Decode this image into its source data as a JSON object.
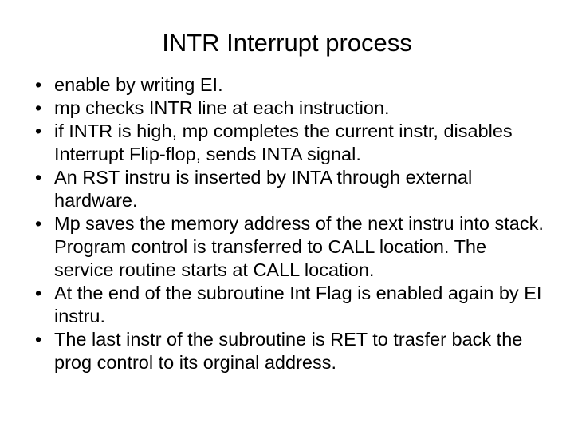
{
  "slide": {
    "title": "INTR Interrupt process",
    "background_color": "#ffffff",
    "text_color": "#000000",
    "bullet_glyph": "•",
    "bullets": [
      {
        "text": "enable by writing EI."
      },
      {
        "text": "mp checks INTR line at each instruction."
      },
      {
        "text": "if INTR is high, mp completes the current instr, disables Interrupt Flip-flop, sends INTA signal."
      },
      {
        "text": "An RST instru is inserted by INTA through external hardware."
      },
      {
        "text": "Mp saves the memory address of the next instru into stack. Program control is transferred to CALL location. The service routine starts at CALL location."
      },
      {
        "text": "At the end of the subroutine Int Flag is enabled again by EI instru."
      },
      {
        "text": "The last instr of the subroutine is RET to trasfer back the prog control to its orginal address."
      }
    ]
  }
}
